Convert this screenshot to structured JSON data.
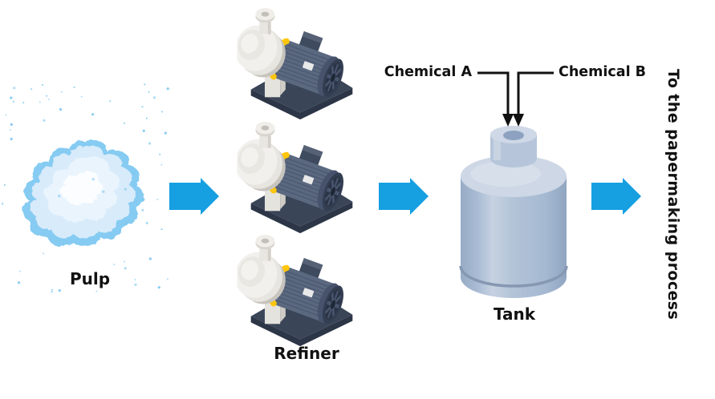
{
  "colors": {
    "arrow": "#169FE1",
    "pulp-edge": "#85CBF2",
    "pulp-fill": "#D8EBFA",
    "tank-body": "#A9BDD5",
    "motor": "#5B6980",
    "coupling-yellow": "#FFC60B",
    "label-text": "#111111"
  },
  "diagram": {
    "pulp": {
      "label": "Pulp"
    },
    "refiner": {
      "label": "Refiner",
      "unit_count": 3
    },
    "chemical_inputs": {
      "a": {
        "label": "Chemical A"
      },
      "b": {
        "label": "Chemical B"
      }
    },
    "tank": {
      "label": "Tank"
    },
    "output": {
      "label": "To the papermaking process"
    },
    "flow_arrow_count": 3
  }
}
